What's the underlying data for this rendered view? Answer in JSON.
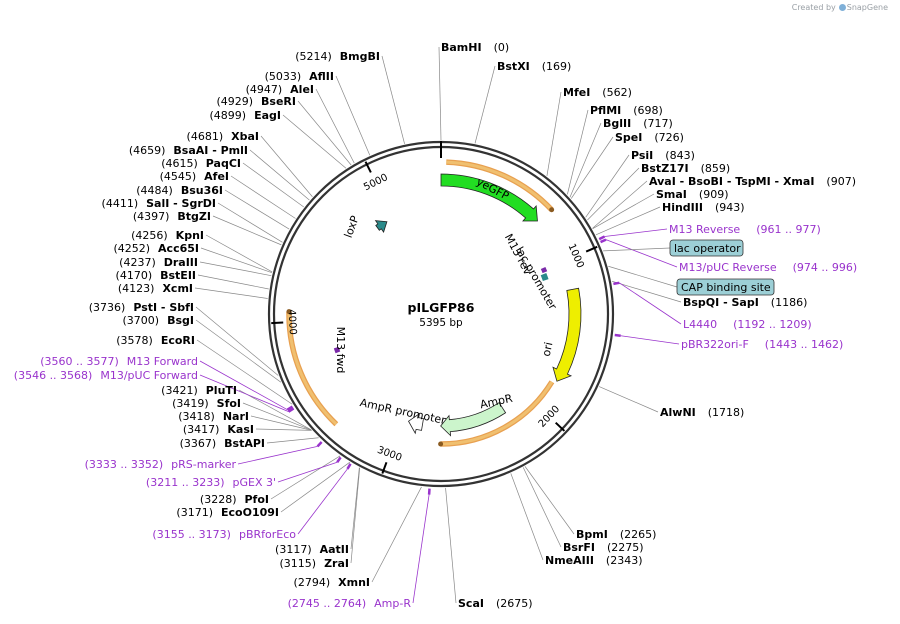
{
  "credit": {
    "prefix": "Created by",
    "brand": "SnapGene"
  },
  "plasmid": {
    "name": "pILGFP86",
    "size": "5395 bp"
  },
  "ticks": [
    "1000",
    "2000",
    "3000",
    "4000",
    "5000"
  ],
  "sites": [
    {
      "name": "BamHI",
      "pos": "(0)"
    },
    {
      "name": "BstXI",
      "pos": "(169)"
    },
    {
      "name": "MfeI",
      "pos": "(562)"
    },
    {
      "name": "PflMI",
      "pos": "(698)"
    },
    {
      "name": "BglII",
      "pos": "(717)"
    },
    {
      "name": "SpeI",
      "pos": "(726)"
    },
    {
      "name": "PsiI",
      "pos": "(843)"
    },
    {
      "name": "BstZ17I",
      "pos": "(859)"
    },
    {
      "name": "AvaI  - BsoBI  - TspMI  - XmaI",
      "pos": "(907)"
    },
    {
      "name": "SmaI",
      "pos": "(909)"
    },
    {
      "name": "HindIII",
      "pos": "(943)"
    },
    {
      "name": "BspQI  - SapI",
      "pos": "(1186)"
    },
    {
      "name": "AlwNI",
      "pos": "(1718)"
    },
    {
      "name": "BpmI",
      "pos": "(2265)"
    },
    {
      "name": "BsrFI",
      "pos": "(2275)"
    },
    {
      "name": "NmeAIII",
      "pos": "(2343)"
    },
    {
      "name": "ScaI",
      "pos": "(2675)"
    },
    {
      "name": "XmnI",
      "pos": "(2794)"
    },
    {
      "name": "ZraI",
      "pos": "(3115)"
    },
    {
      "name": "AatII",
      "pos": "(3117)"
    },
    {
      "name": "EcoO109I",
      "pos": "(3171)"
    },
    {
      "name": "PfoI",
      "pos": "(3228)"
    },
    {
      "name": "BstAPI",
      "pos": "(3367)"
    },
    {
      "name": "KasI",
      "pos": "(3417)"
    },
    {
      "name": "NarI",
      "pos": "(3418)"
    },
    {
      "name": "SfoI",
      "pos": "(3419)"
    },
    {
      "name": "PluTI",
      "pos": "(3421)"
    },
    {
      "name": "EcoRI",
      "pos": "(3578)"
    },
    {
      "name": "BsgI",
      "pos": "(3700)"
    },
    {
      "name": "PstI  - SbfI",
      "pos": "(3736)"
    },
    {
      "name": "XcmI",
      "pos": "(4123)"
    },
    {
      "name": "BstEII",
      "pos": "(4170)"
    },
    {
      "name": "DraIII",
      "pos": "(4237)"
    },
    {
      "name": "Acc65I",
      "pos": "(4252)"
    },
    {
      "name": "KpnI",
      "pos": "(4256)"
    },
    {
      "name": "BtgZI",
      "pos": "(4397)"
    },
    {
      "name": "SalI  - SgrDI",
      "pos": "(4411)"
    },
    {
      "name": "Bsu36I",
      "pos": "(4484)"
    },
    {
      "name": "AfeI",
      "pos": "(4545)"
    },
    {
      "name": "PaqCI",
      "pos": "(4615)"
    },
    {
      "name": "BsaAI  - PmlI",
      "pos": "(4659)"
    },
    {
      "name": "XbaI",
      "pos": "(4681)"
    },
    {
      "name": "EagI",
      "pos": "(4899)"
    },
    {
      "name": "BseRI",
      "pos": "(4929)"
    },
    {
      "name": "AleI",
      "pos": "(4947)"
    },
    {
      "name": "AflII",
      "pos": "(5033)"
    },
    {
      "name": "BmgBI",
      "pos": "(5214)"
    }
  ],
  "primers": [
    {
      "name": "M13 Reverse",
      "range": "(961 .. 977)"
    },
    {
      "name": "M13/pUC Reverse",
      "range": "(974 .. 996)"
    },
    {
      "name": "L4440",
      "range": "(1192 .. 1209)"
    },
    {
      "name": "pBR322ori-F",
      "range": "(1443 .. 1462)"
    },
    {
      "name": "Amp-R",
      "range": "(2745 .. 2764)"
    },
    {
      "name": "pBRforEco",
      "range": "(3155 .. 3173)"
    },
    {
      "name": "pGEX 3'",
      "range": "(3211 .. 3233)"
    },
    {
      "name": "pRS-marker",
      "range": "(3333 .. 3352)"
    },
    {
      "name": "M13/pUC Forward",
      "range": "(3546 .. 3568)"
    },
    {
      "name": "M13 Forward",
      "range": "(3560 .. 3577)"
    }
  ],
  "boxed": [
    "lac operator",
    "CAP binding site"
  ],
  "features": [
    "yeGFP",
    "loxP",
    "M13 rev",
    "lac promoter",
    "ori",
    "AmpR",
    "AmpR promoter",
    "M13 fwd"
  ],
  "colors": {
    "yeGFP": "#22dd22",
    "ori": "#eeee00",
    "AmpR": "#ccf5cc",
    "loxP": "#2a8a8a",
    "primer": "#9933cc",
    "orf": "#f0c070",
    "box": "#9ccfd6",
    "backbone": "#333333"
  }
}
